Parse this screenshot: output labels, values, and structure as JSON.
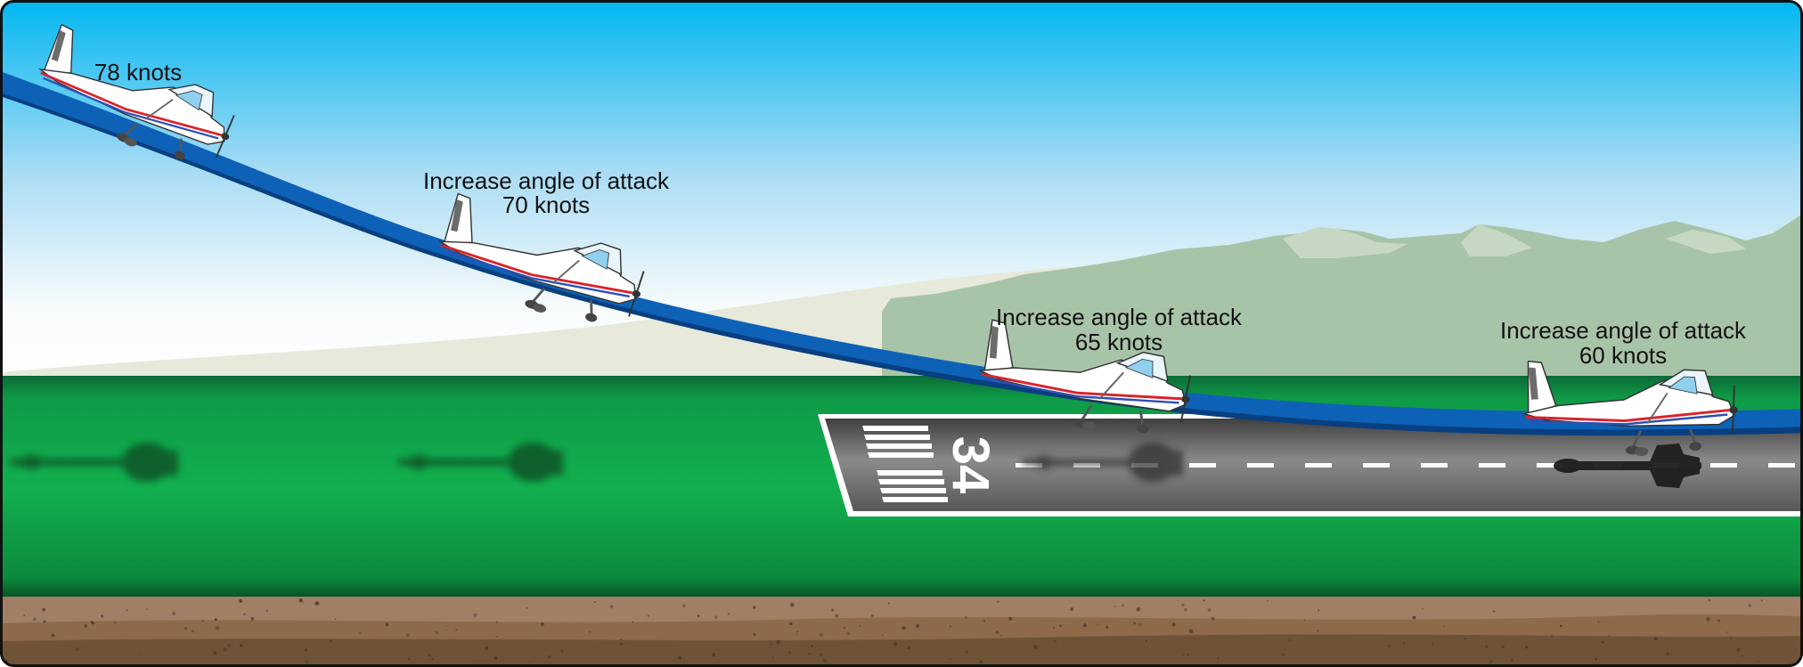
{
  "labels": {
    "p1": {
      "speed": "78 knots"
    },
    "p2": {
      "action": "Increase angle of attack",
      "speed": "70 knots"
    },
    "p3": {
      "action": "Increase angle of attack",
      "speed": "65 knots"
    },
    "p4": {
      "action": "Increase angle of attack",
      "speed": "60 knots"
    }
  },
  "runway": {
    "number": "34"
  },
  "colors": {
    "sky_top": "#00b7f1",
    "grass": "#0fa84a",
    "flight_path": "#0d62b7",
    "runway": "#5e5e5e",
    "mountains": "#a7c2a6",
    "soil": "#a07f65"
  }
}
